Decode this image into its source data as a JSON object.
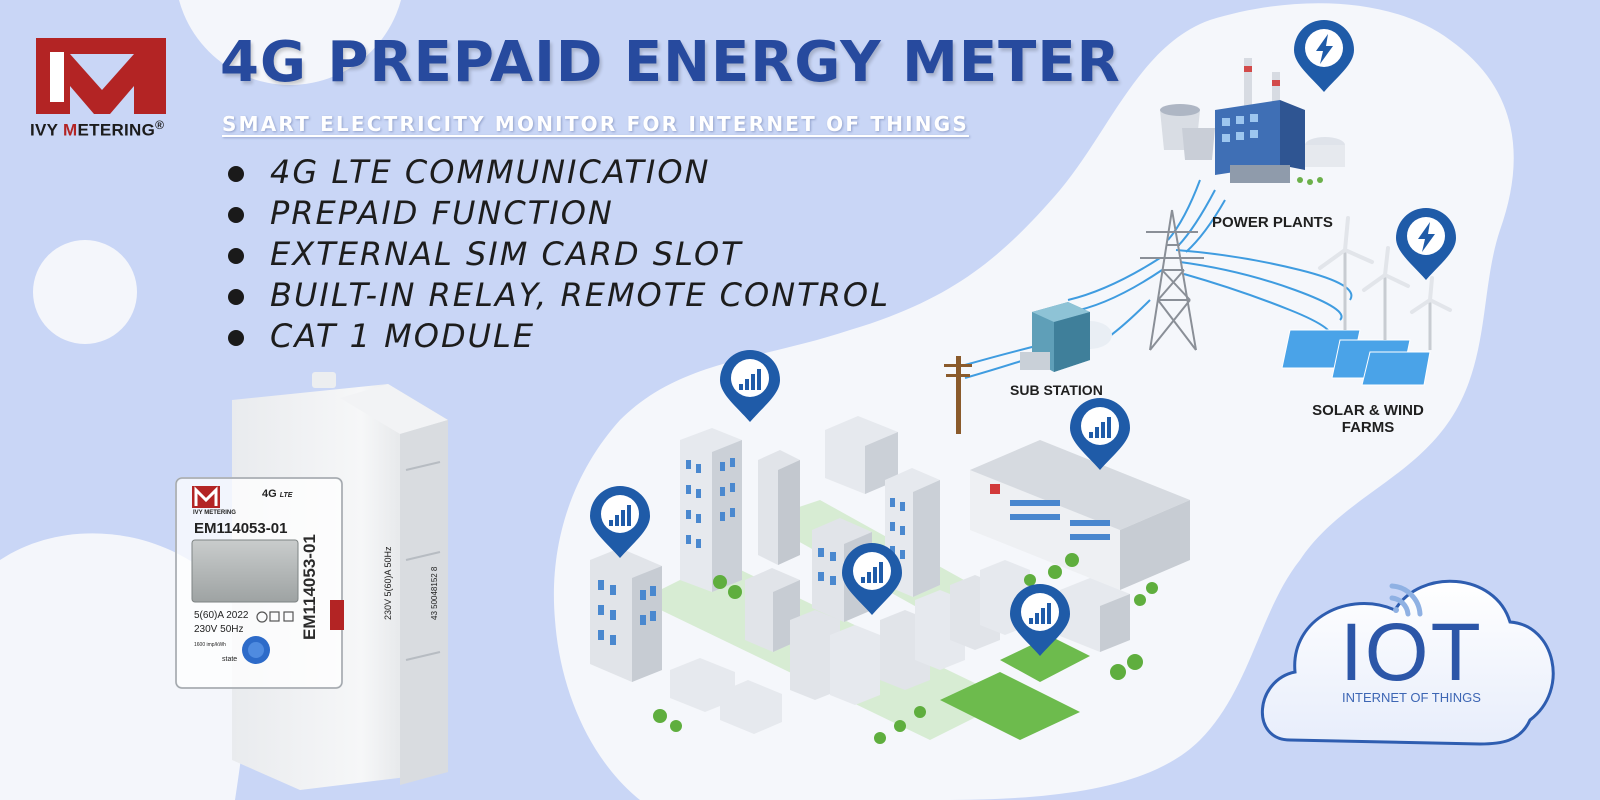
{
  "brand": {
    "name_prefix": "IVY ",
    "name_accent": "M",
    "name_suffix": "ETERING",
    "registered": "®"
  },
  "header": {
    "title": "4G PREPAID ENERGY METER",
    "subtitle": "SMART ELECTRICITY MONITOR FOR INTERNET OF THINGS"
  },
  "features": [
    "4G LTE COMMUNICATION",
    "PREPAID FUNCTION",
    "EXTERNAL SIM CARD SLOT",
    "BUILT-IN RELAY, REMOTE CONTROL",
    "CAT 1 MODULE"
  ],
  "infrastructure": {
    "power_plants": "POWER PLANTS",
    "sub_station": "SUB STATION",
    "renewables_line1": "SOLAR & WIND",
    "renewables_line2": "FARMS"
  },
  "meter": {
    "brand": "IVY METERING",
    "network": "4G",
    "network_sub": "LTE",
    "model": "EM114053-01",
    "rating": "5(60)A",
    "year": "2022",
    "voltage": "230V",
    "frequency": "50Hz",
    "constant": "1600 imp/kWh",
    "state_label": "state",
    "side_model": "EM114053-01",
    "side_spec": "230V 5(60)A 50Hz",
    "side_serial": "43 50048152 8"
  },
  "iot": {
    "title": "IOT",
    "subtitle": "INTERNET OF THINGS"
  },
  "colors": {
    "background": "#c9d6f6",
    "title_blue": "#274a9e",
    "brand_red": "#b32424",
    "pin_blue": "#1f5ba8",
    "line_blue": "#3f9ce0",
    "grass": "#6dbb4d"
  },
  "icons": [
    "lightning-bolt-icon",
    "signal-bars-icon",
    "wifi-icon",
    "cloud-icon"
  ]
}
